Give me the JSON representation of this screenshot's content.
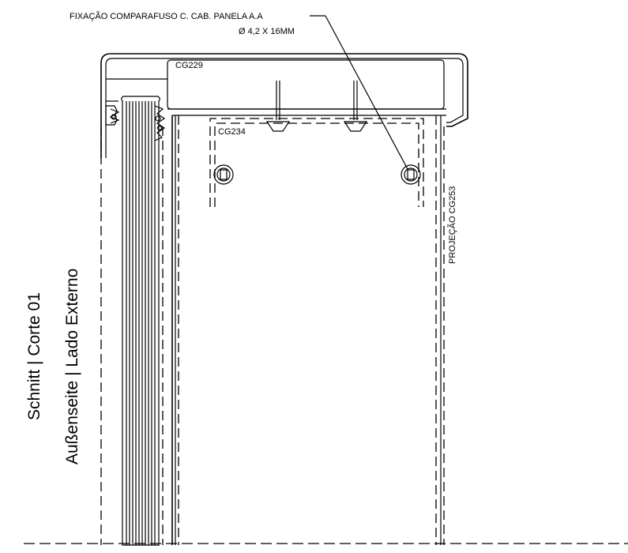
{
  "labels": {
    "fixing_line1": "FIXAÇÃO COMPARAFUSO C. CAB. PANELA A.A",
    "fixing_line2": "Ø 4,2 X 16MM",
    "profile_top": "CG229",
    "profile_inner": "CG234",
    "projection": "PROJEÇÃO CG253",
    "section_title": "Schnitt | Corte 01",
    "side_title": "Außenseite | Lado Externo"
  }
}
